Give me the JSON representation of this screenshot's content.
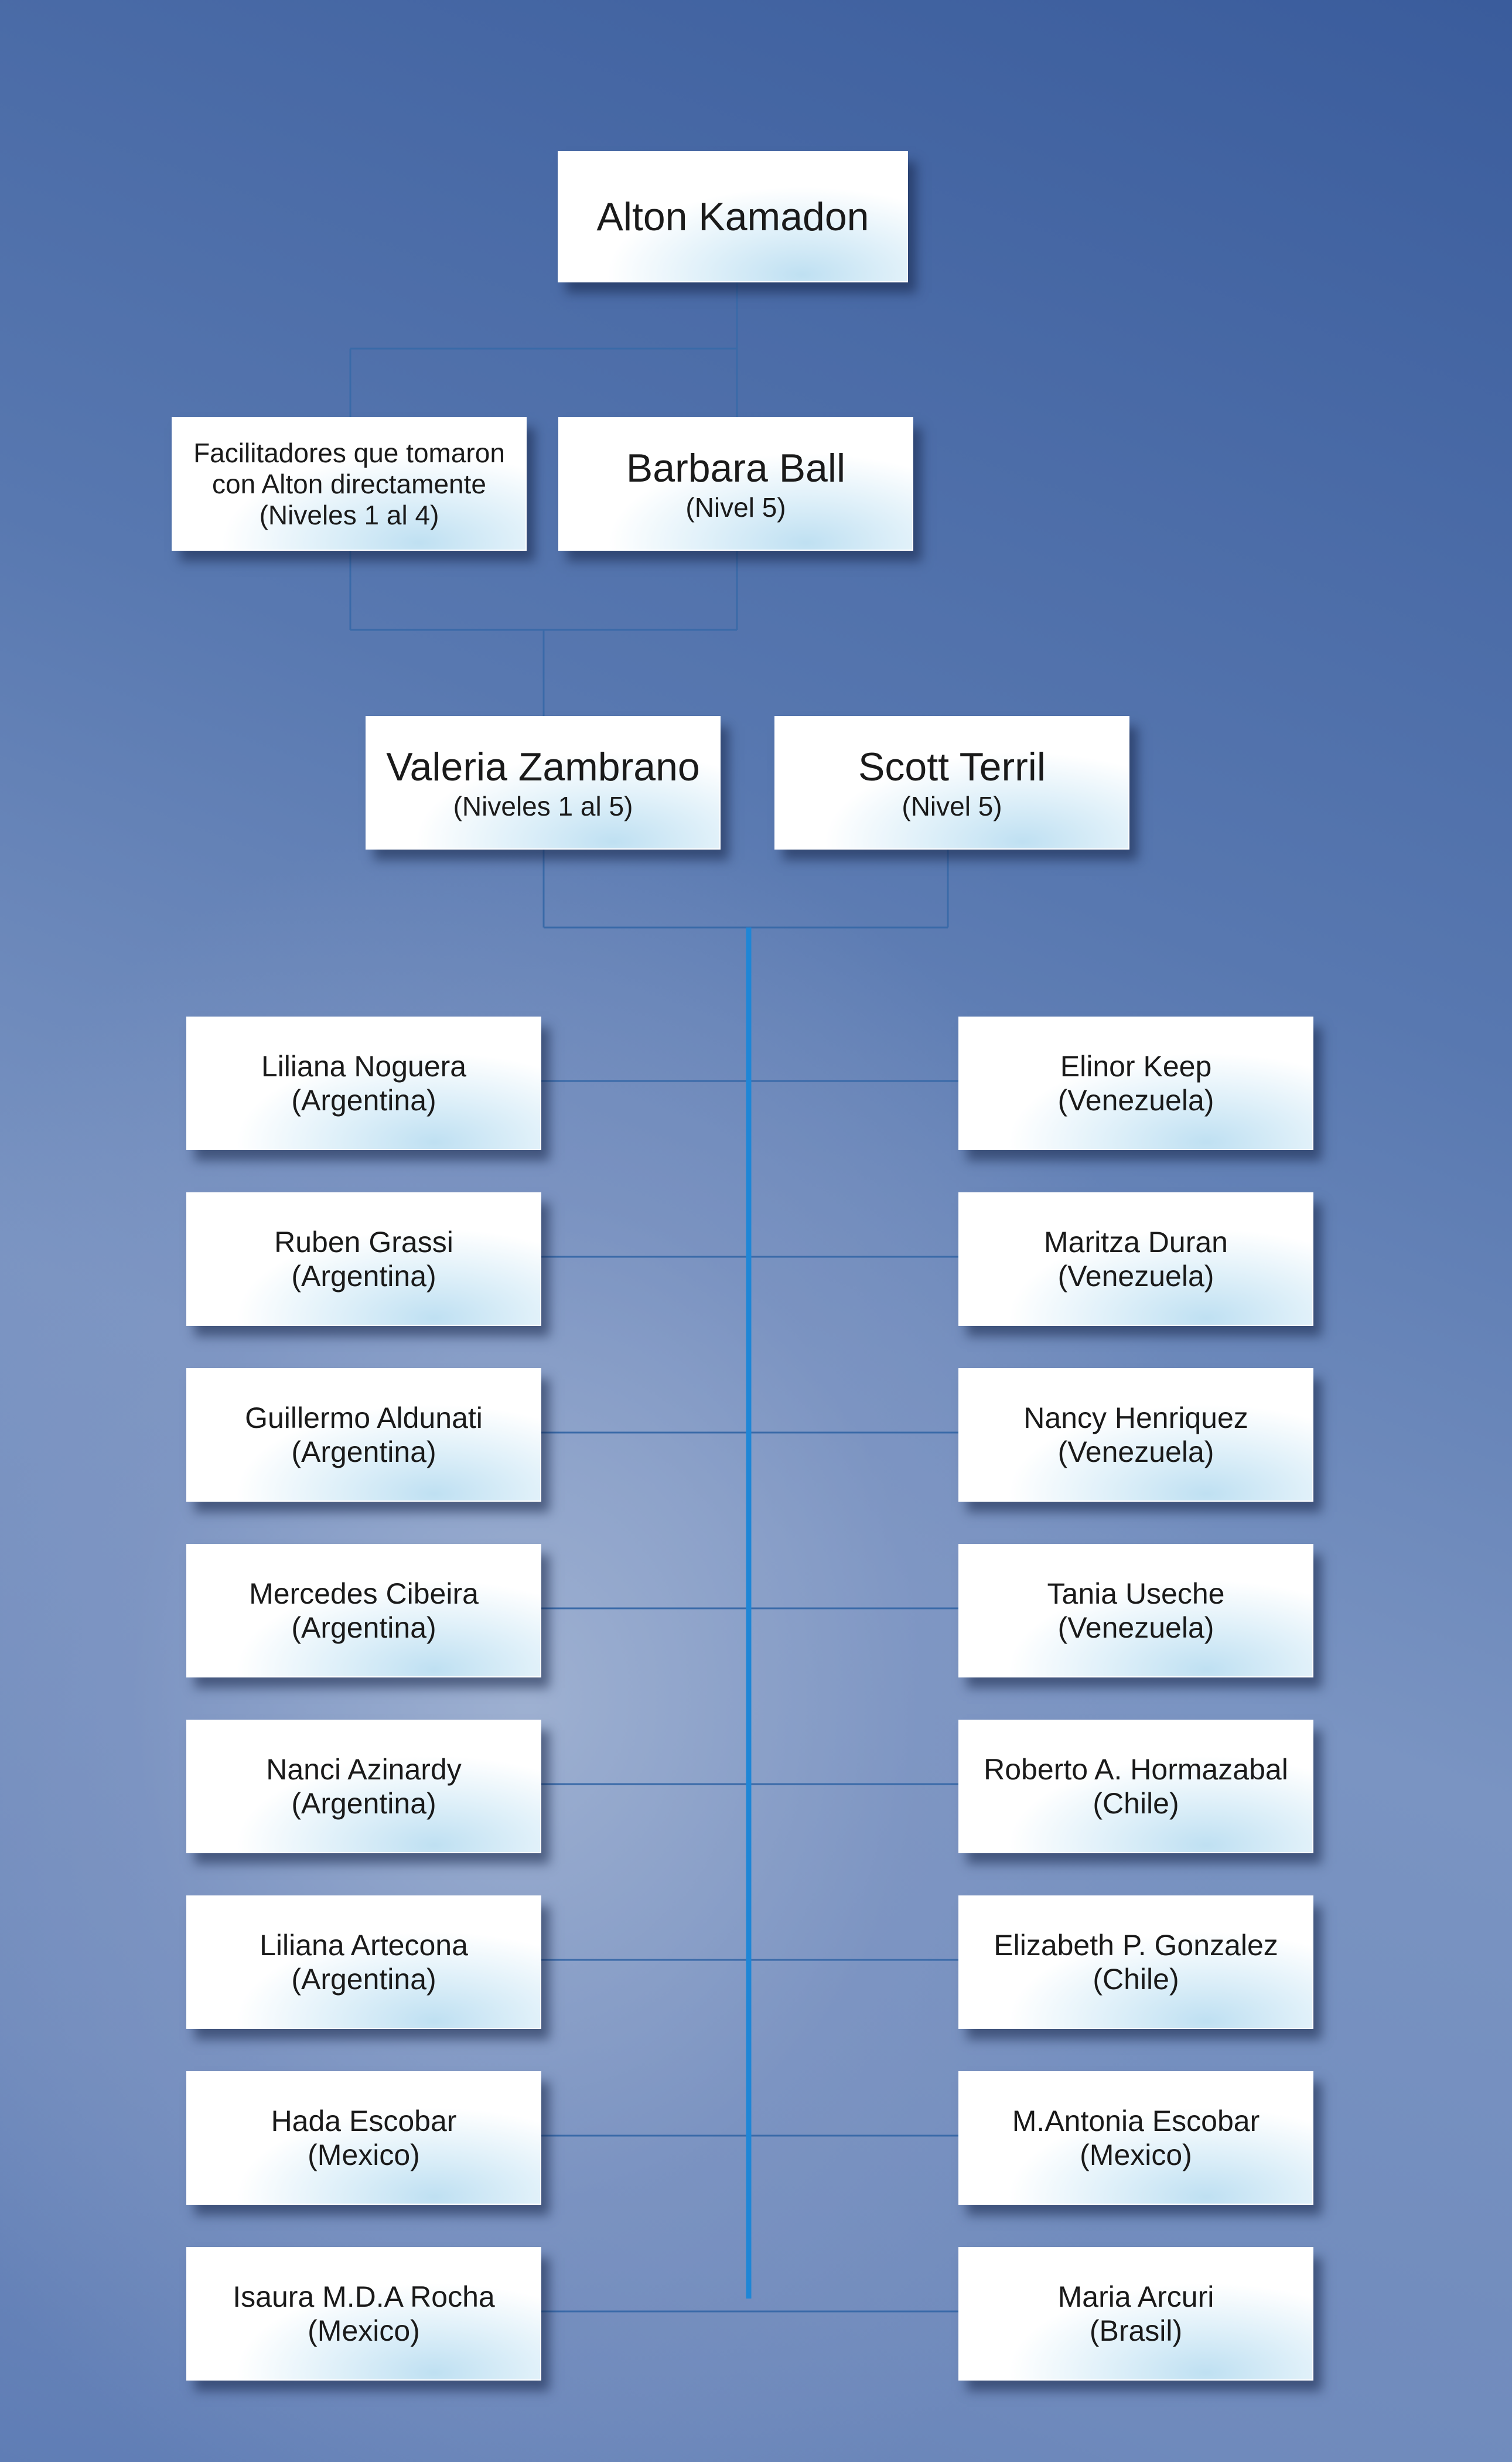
{
  "top": {
    "name": "Alton Kamadon"
  },
  "level2": {
    "facilitators": {
      "line1": "Facilitadores que tomaron",
      "line2": "con Alton directamente",
      "line3": "(Niveles 1 al 4)"
    },
    "barbara": {
      "name": "Barbara Ball",
      "sub": "(Nivel 5)"
    }
  },
  "level3": {
    "valeria": {
      "name": "Valeria Zambrano",
      "sub": "(Niveles 1 al 5)"
    },
    "scott": {
      "name": "Scott Terril",
      "sub": "(Nivel 5)"
    }
  },
  "left": [
    {
      "name": "Liliana Noguera",
      "country": "(Argentina)"
    },
    {
      "name": "Ruben Grassi",
      "country": "(Argentina)"
    },
    {
      "name": "Guillermo Aldunati",
      "country": "(Argentina)"
    },
    {
      "name": "Mercedes Cibeira",
      "country": "(Argentina)"
    },
    {
      "name": "Nanci Azinardy",
      "country": "(Argentina)"
    },
    {
      "name": "Liliana Artecona",
      "country": "(Argentina)"
    },
    {
      "name": "Hada Escobar",
      "country": "(Mexico)"
    },
    {
      "name": "Isaura M.D.A Rocha",
      "country": "(Mexico)"
    }
  ],
  "right": [
    {
      "name": "Elinor Keep",
      "country": "(Venezuela)"
    },
    {
      "name": "Maritza Duran",
      "country": "(Venezuela)"
    },
    {
      "name": "Nancy Henriquez",
      "country": "(Venezuela)"
    },
    {
      "name": "Tania Useche",
      "country": "(Venezuela)"
    },
    {
      "name": "Roberto A. Hormazabal",
      "country": "(Chile)"
    },
    {
      "name": "Elizabeth P. Gonzalez",
      "country": "(Chile)"
    },
    {
      "name": "M.Antonia Escobar",
      "country": "(Mexico)"
    },
    {
      "name": "Maria Arcuri",
      "country": "(Brasil)"
    }
  ],
  "colors": {
    "line": "#3a6aa8",
    "trunk": "#1f86d6"
  }
}
